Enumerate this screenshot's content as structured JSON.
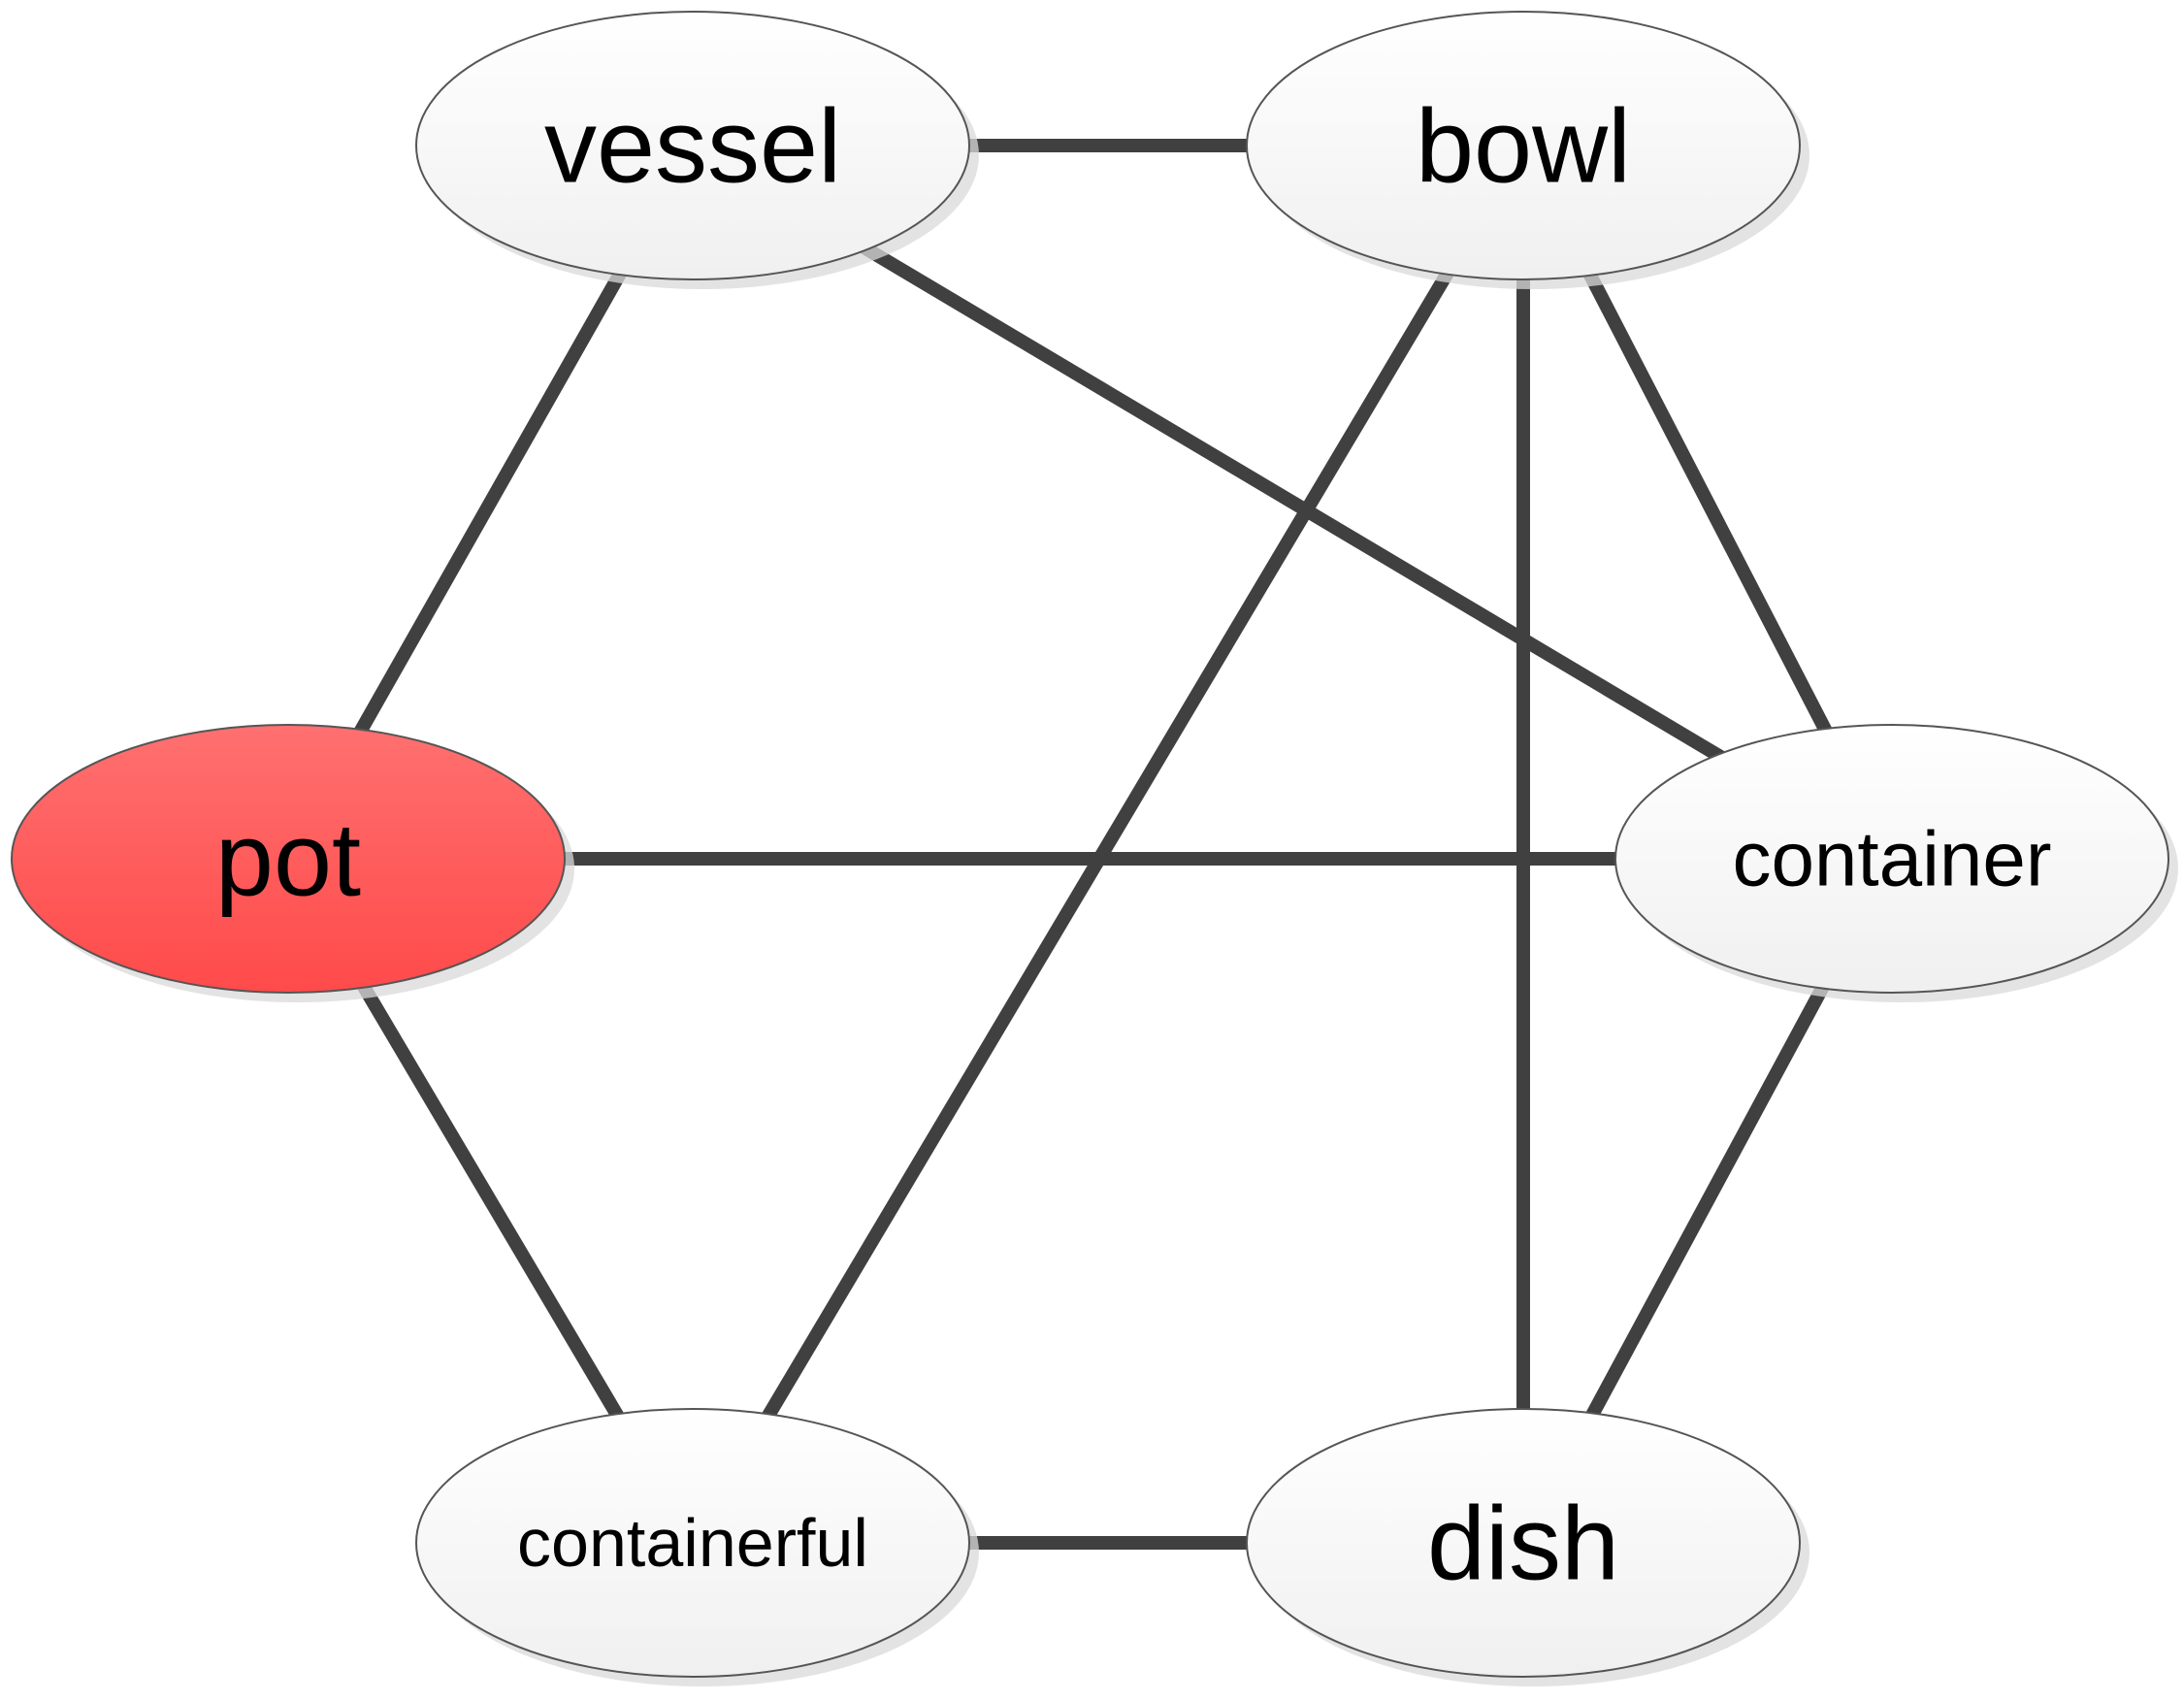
{
  "diagram": {
    "nodes": [
      {
        "id": "vessel",
        "label": "vessel",
        "highlighted": false
      },
      {
        "id": "bowl",
        "label": "bowl",
        "highlighted": false
      },
      {
        "id": "pot",
        "label": "pot",
        "highlighted": true
      },
      {
        "id": "container",
        "label": "container",
        "highlighted": false
      },
      {
        "id": "containerful",
        "label": "containerful",
        "highlighted": false
      },
      {
        "id": "dish",
        "label": "dish",
        "highlighted": false
      }
    ],
    "edges": [
      {
        "from": "vessel",
        "to": "bowl"
      },
      {
        "from": "vessel",
        "to": "pot"
      },
      {
        "from": "vessel",
        "to": "container"
      },
      {
        "from": "bowl",
        "to": "containerful"
      },
      {
        "from": "bowl",
        "to": "dish"
      },
      {
        "from": "bowl",
        "to": "container"
      },
      {
        "from": "pot",
        "to": "container"
      },
      {
        "from": "pot",
        "to": "containerful"
      },
      {
        "from": "container",
        "to": "dish"
      },
      {
        "from": "containerful",
        "to": "dish"
      }
    ],
    "colors": {
      "highlight": "#ff5555",
      "node_fill": "#f4f4f4",
      "edge": "#404040"
    }
  }
}
